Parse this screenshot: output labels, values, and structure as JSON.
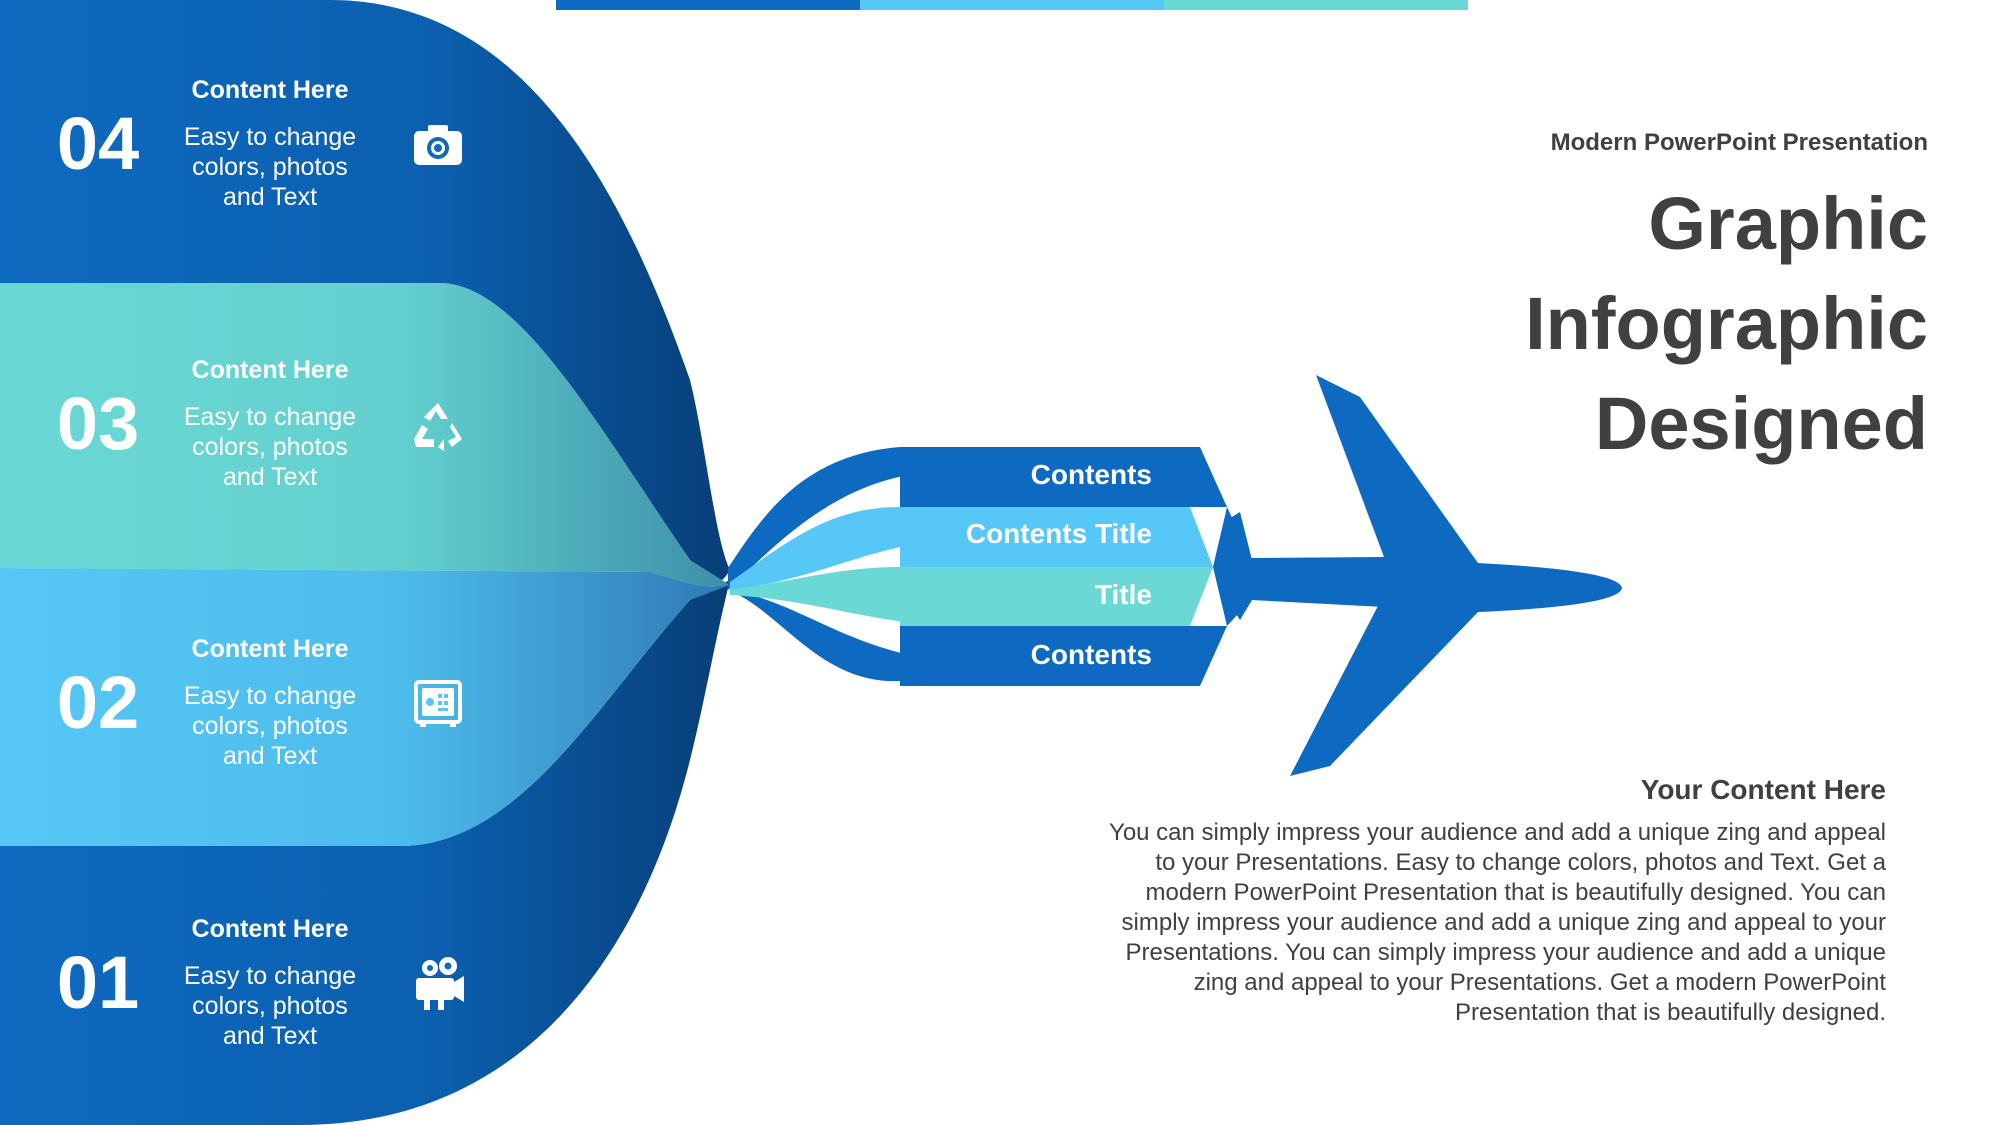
{
  "header": {
    "subtitle": "Modern PowerPoint Presentation",
    "title_lines": [
      "Graphic",
      "Infographic",
      "Designed"
    ]
  },
  "items": [
    {
      "number": "04",
      "title": "Content Here",
      "desc_lines": [
        "Easy to change",
        "colors, photos",
        "and Text"
      ],
      "icon": "camera-icon",
      "color": "#0E6AC0"
    },
    {
      "number": "03",
      "title": "Content Here",
      "desc_lines": [
        "Easy to change",
        "colors, photos",
        "and Text"
      ],
      "icon": "recycle-icon",
      "color": "#6AD8D4"
    },
    {
      "number": "02",
      "title": "Content Here",
      "desc_lines": [
        "Easy to change",
        "colors, photos",
        "and Text"
      ],
      "icon": "safe-icon",
      "color": "#56C7F6"
    },
    {
      "number": "01",
      "title": "Content Here",
      "desc_lines": [
        "Easy to change",
        "colors, photos",
        "and Text"
      ],
      "icon": "film-camera-icon",
      "color": "#0E6AC0"
    }
  ],
  "plane_bands": [
    "Contents",
    "Contents Title",
    "Title",
    "Contents"
  ],
  "content": {
    "title": "Your Content  Here",
    "body_lines": [
      "You can simply impress your audience and add a unique zing and appeal",
      "to your Presentations. Easy to change colors, photos and Text. Get a",
      "modern PowerPoint  Presentation that is beautifully designed. You can",
      "simply impress your audience and add a unique zing and appeal to your",
      "Presentations. You can simply impress your audience and add a unique",
      "zing and appeal to your Presentations. Get a modern PowerPoint",
      "Presentation that is beautifully designed."
    ]
  },
  "colors": {
    "dark_blue": "#0E6AC0",
    "sky_blue": "#56C7F6",
    "teal": "#6AD8D4",
    "text_gray": "#404040"
  }
}
